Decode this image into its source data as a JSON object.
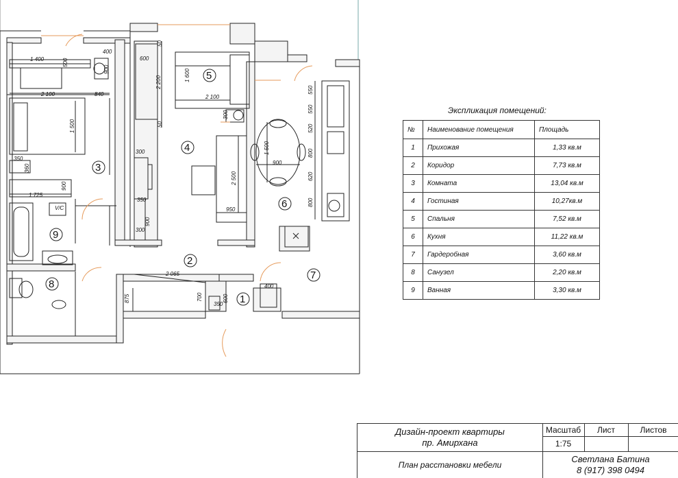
{
  "plan": {
    "room_numbers": [
      "1",
      "2",
      "3",
      "4",
      "5",
      "6",
      "7",
      "8",
      "9"
    ],
    "dimensions": [
      "400",
      "1 400",
      "500",
      "900",
      "2 100",
      "840",
      "1 500",
      "350",
      "360",
      "1 725",
      "900",
      "600",
      "50",
      "2 200",
      "1 600",
      "2 100",
      "300",
      "50",
      "300",
      "350",
      "900",
      "300",
      "2 500",
      "950",
      "2 065",
      "875",
      "700",
      "350",
      "600",
      "400",
      "550",
      "550",
      "520",
      "800",
      "620",
      "800",
      "1 500",
      "900"
    ],
    "fixture_labels": [
      "V/C"
    ]
  },
  "legend": {
    "title": "Экспликация помещений:",
    "headers": [
      "№",
      "Наименование помещения",
      "Площадь"
    ],
    "rows": [
      {
        "n": "1",
        "name": "Прихожая",
        "area": "1,33 кв.м"
      },
      {
        "n": "2",
        "name": "Коридор",
        "area": "7,73 кв.м"
      },
      {
        "n": "3",
        "name": "Комната",
        "area": "13,04 кв.м"
      },
      {
        "n": "4",
        "name": "Гостиная",
        "area": "10,27кв.м"
      },
      {
        "n": "5",
        "name": "Спальня",
        "area": "7,52 кв.м"
      },
      {
        "n": "6",
        "name": "Кухня",
        "area": "11,22 кв.м"
      },
      {
        "n": "7",
        "name": "Гардеробная",
        "area": "3,60 кв.м"
      },
      {
        "n": "8",
        "name": "Санузел",
        "area": "2,20 кв.м"
      },
      {
        "n": "9",
        "name": "Ванная",
        "area": "3,30 кв.м"
      }
    ]
  },
  "stamp": {
    "project_line1": "Дизайн-проект квартиры",
    "project_line2": "пр. Амирхана",
    "scale_label": "Масштаб",
    "scale_value": "1:75",
    "sheet_label": "Лист",
    "sheets_label": "Листов",
    "drawing_title": "План расстановки мебели",
    "author": "Светлана Батина",
    "phone": "8 (917) 398 0494"
  }
}
